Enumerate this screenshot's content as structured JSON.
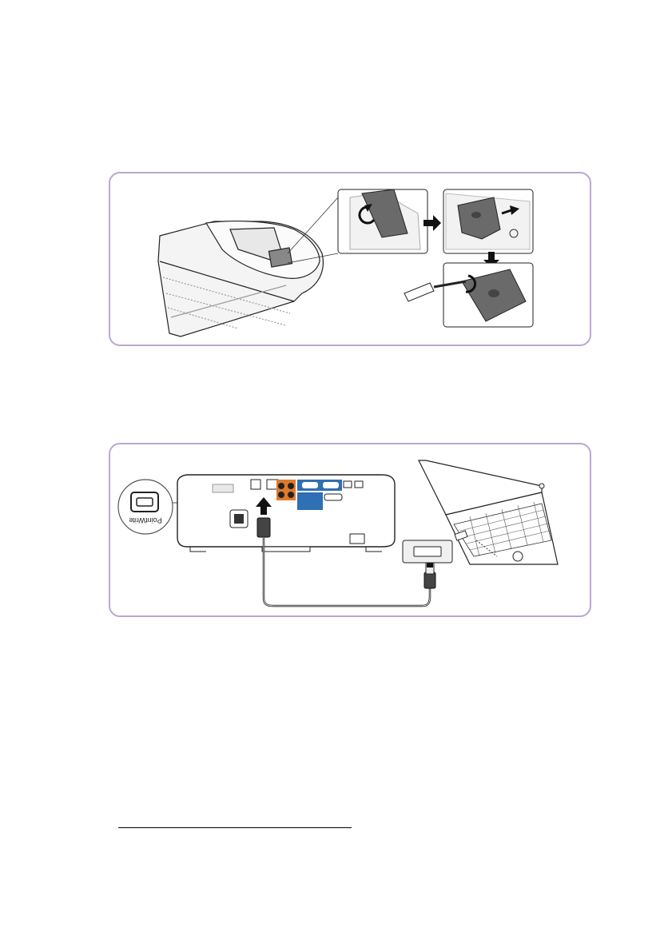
{
  "illustration_1": {
    "icon": "projector-lamp-cover-removal-illustration"
  },
  "illustration_2": {
    "icon": "projector-usb-to-laptop-connection-illustration",
    "port_label": "PointWrite"
  },
  "colors": {
    "panel_border": "#b9a7d3",
    "port_orange": "#e07a2a",
    "port_blue": "#2f6fb3"
  }
}
